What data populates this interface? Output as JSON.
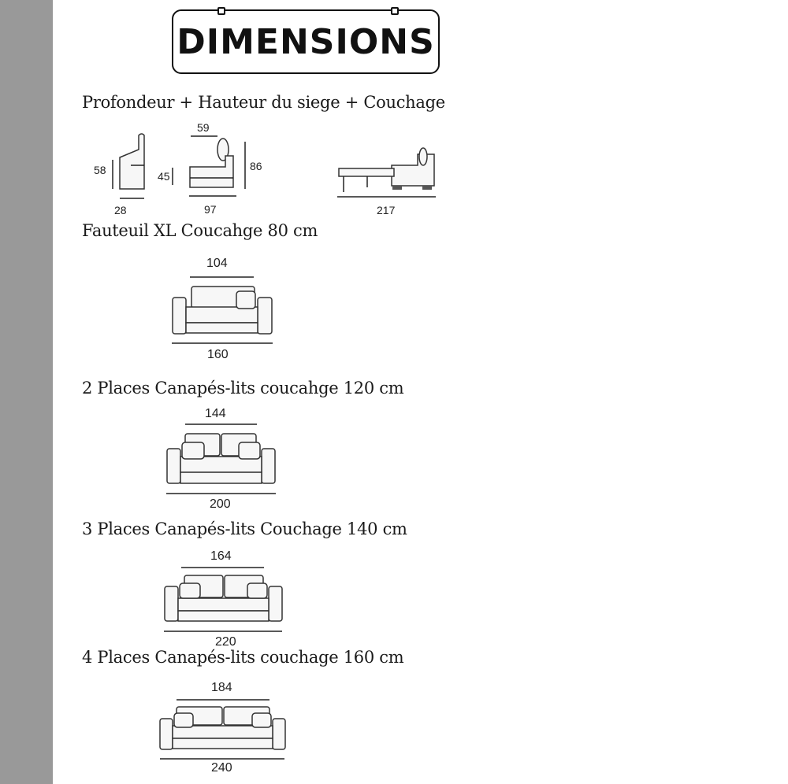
{
  "header": {
    "title": "DIMENSIONS"
  },
  "sections": [
    {
      "title": "Profondeur  + Hauteur du siege + Couchage"
    },
    {
      "title": "Fauteuil XL Coucahge 80 cm"
    },
    {
      "title": "2 Places Canapés-lits coucahge 120 cm"
    },
    {
      "title": "3 Places Canapés-lits Couchage 140 cm"
    },
    {
      "title": "4 Places Canapés-lits couchage 160 cm"
    }
  ],
  "profile": {
    "height": "58",
    "depth": "28",
    "seat_width": "59",
    "seat_height": "45",
    "total_height": "86",
    "total_depth": "97",
    "bed_length": "217"
  },
  "sofas": [
    {
      "inner_width": "104",
      "total_width": "160"
    },
    {
      "inner_width": "144",
      "total_width": "200"
    },
    {
      "inner_width": "164",
      "total_width": "220"
    },
    {
      "inner_width": "184",
      "total_width": "240"
    }
  ],
  "colors": {
    "sidebar": "#999999",
    "ink": "#222222"
  }
}
